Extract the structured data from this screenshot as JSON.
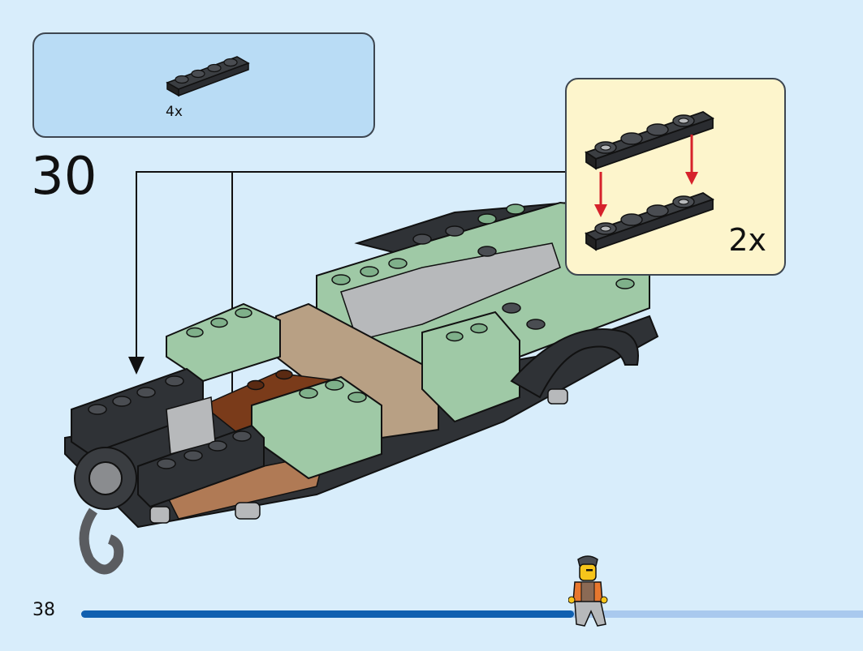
{
  "parts_list": {
    "quantity": "4x"
  },
  "step": {
    "number": "30"
  },
  "sub_assembly": {
    "quantity": "2x"
  },
  "page": {
    "number": "38",
    "progress": 0.63
  },
  "colors": {
    "background": "#d8edfb",
    "parts_box": "#b9dcf5",
    "sub_box": "#fdf5cc",
    "progress_fill": "#1060b0",
    "progress_track": "#a9c9ee",
    "arrow_red": "#d6222b",
    "brick_black": "#2f3236",
    "brick_sand_green": "#9fc9a6",
    "brick_tan": "#b8a084",
    "brick_brown": "#7a3b1a"
  },
  "icons": [
    "black-plate-1x4-icon",
    "minifigure-icon",
    "down-arrow-icon"
  ]
}
